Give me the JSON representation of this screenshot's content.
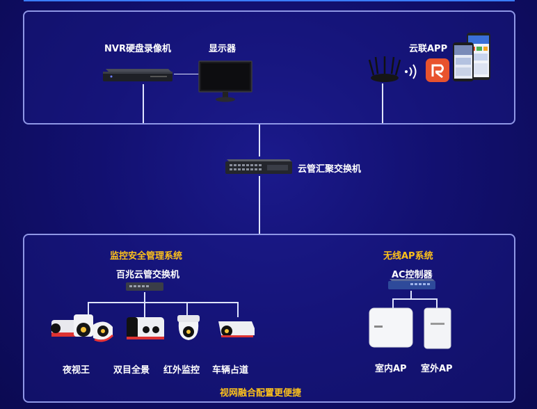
{
  "top": {
    "nvr_label": "NVR硬盘录像机",
    "monitor_label": "显示器",
    "app_label": "云联APP"
  },
  "middle": {
    "switch_label": "云管汇聚交换机"
  },
  "bottom": {
    "surveillance_title": "监控安全管理系统",
    "poe_switch_label": "百兆云管交换机",
    "cameras": [
      "夜视王",
      "双目全景",
      "红外监控",
      "车辆占道"
    ],
    "wireless_title": "无线AP系统",
    "ac_label": "AC控制器",
    "aps": [
      "室内AP",
      "室外AP"
    ],
    "footer": "视网融合配置更便捷"
  },
  "colors": {
    "background": "#121070",
    "panel_border": "#8f97e6",
    "highlight": "#ffc21a",
    "app_icon": "#e8532e"
  }
}
